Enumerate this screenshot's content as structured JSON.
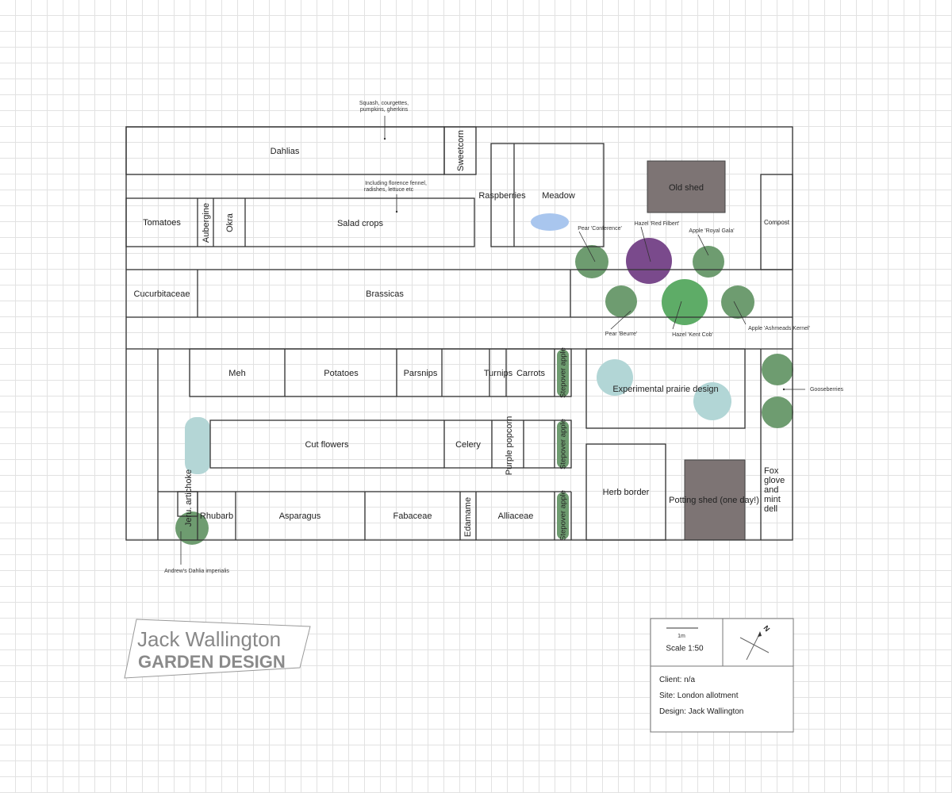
{
  "colors": {
    "shed": "#7d7474",
    "tree_green": "#6e9c70",
    "hazel_purple": "#7a4a8c",
    "hazel_green": "#5eac67",
    "pond": "#a9c6ee",
    "prairie": "#b2d6d6",
    "artichoke": "#b4d6d6",
    "logo_gray": "#8a8a8a"
  },
  "annotations": {
    "squash_line1": "Squash, courgettes,",
    "squash_line2": "pumpkins, gherkins",
    "salad_line1": "Including florence fennel,",
    "salad_line2": "radishes, lettuce etc",
    "dahlia_imperialis": "Andrew's Dahlia imperialis",
    "gooseberries": "Gooseberries"
  },
  "beds": {
    "dahlias": "Dahlias",
    "sweetcorn": "Sweetcorn",
    "tomatoes": "Tomatoes",
    "aubergine": "Aubergine",
    "okra": "Okra",
    "salad": "Salad crops",
    "raspberries": "Raspberries",
    "meadow": "Meadow",
    "old_shed": "Old shed",
    "compost": "Compost",
    "cucurbitaceae": "Cucurbitaceae",
    "brassicas": "Brassicas",
    "meh": "Meh",
    "potatoes": "Potatoes",
    "parsnips": "Parsnips",
    "turnips": "Turnips",
    "carrots": "Carrots",
    "stepover": "Stepover apple",
    "cut_flowers": "Cut flowers",
    "celery": "Celery",
    "popcorn": "Purple popcorn",
    "jeru": "Jeru. artichoke",
    "rhubarb": "Rhubarb",
    "asparagus": "Asparagus",
    "fabaceae": "Fabaceae",
    "edamame": "Edamame",
    "alliaceae": "Alliaceae",
    "prairie": "Experimental prairie design",
    "herb": "Herb border",
    "potting": "Potting shed (one day!)",
    "foxglove": [
      "Fox",
      "glove",
      "and",
      "mint",
      "dell"
    ]
  },
  "trees": {
    "pear_conference": "Pear 'Conference'",
    "hazel_red": "Hazel 'Red Filbert'",
    "apple_gala": "Apple 'Royal Gala'",
    "pear_beurre": "Pear 'Beurre'",
    "hazel_kent": "Hazel 'Kent Cob'",
    "apple_ashmeads": "Apple 'Ashmeads Kernel'"
  },
  "logo": {
    "line1": "Jack Wallington",
    "line2": "GARDEN DESIGN"
  },
  "title_block": {
    "scale_bar_label": "1m",
    "scale": "Scale 1:50",
    "north": "N",
    "client": "Client: n/a",
    "site": "Site: London allotment",
    "design": "Design: Jack Wallington"
  }
}
